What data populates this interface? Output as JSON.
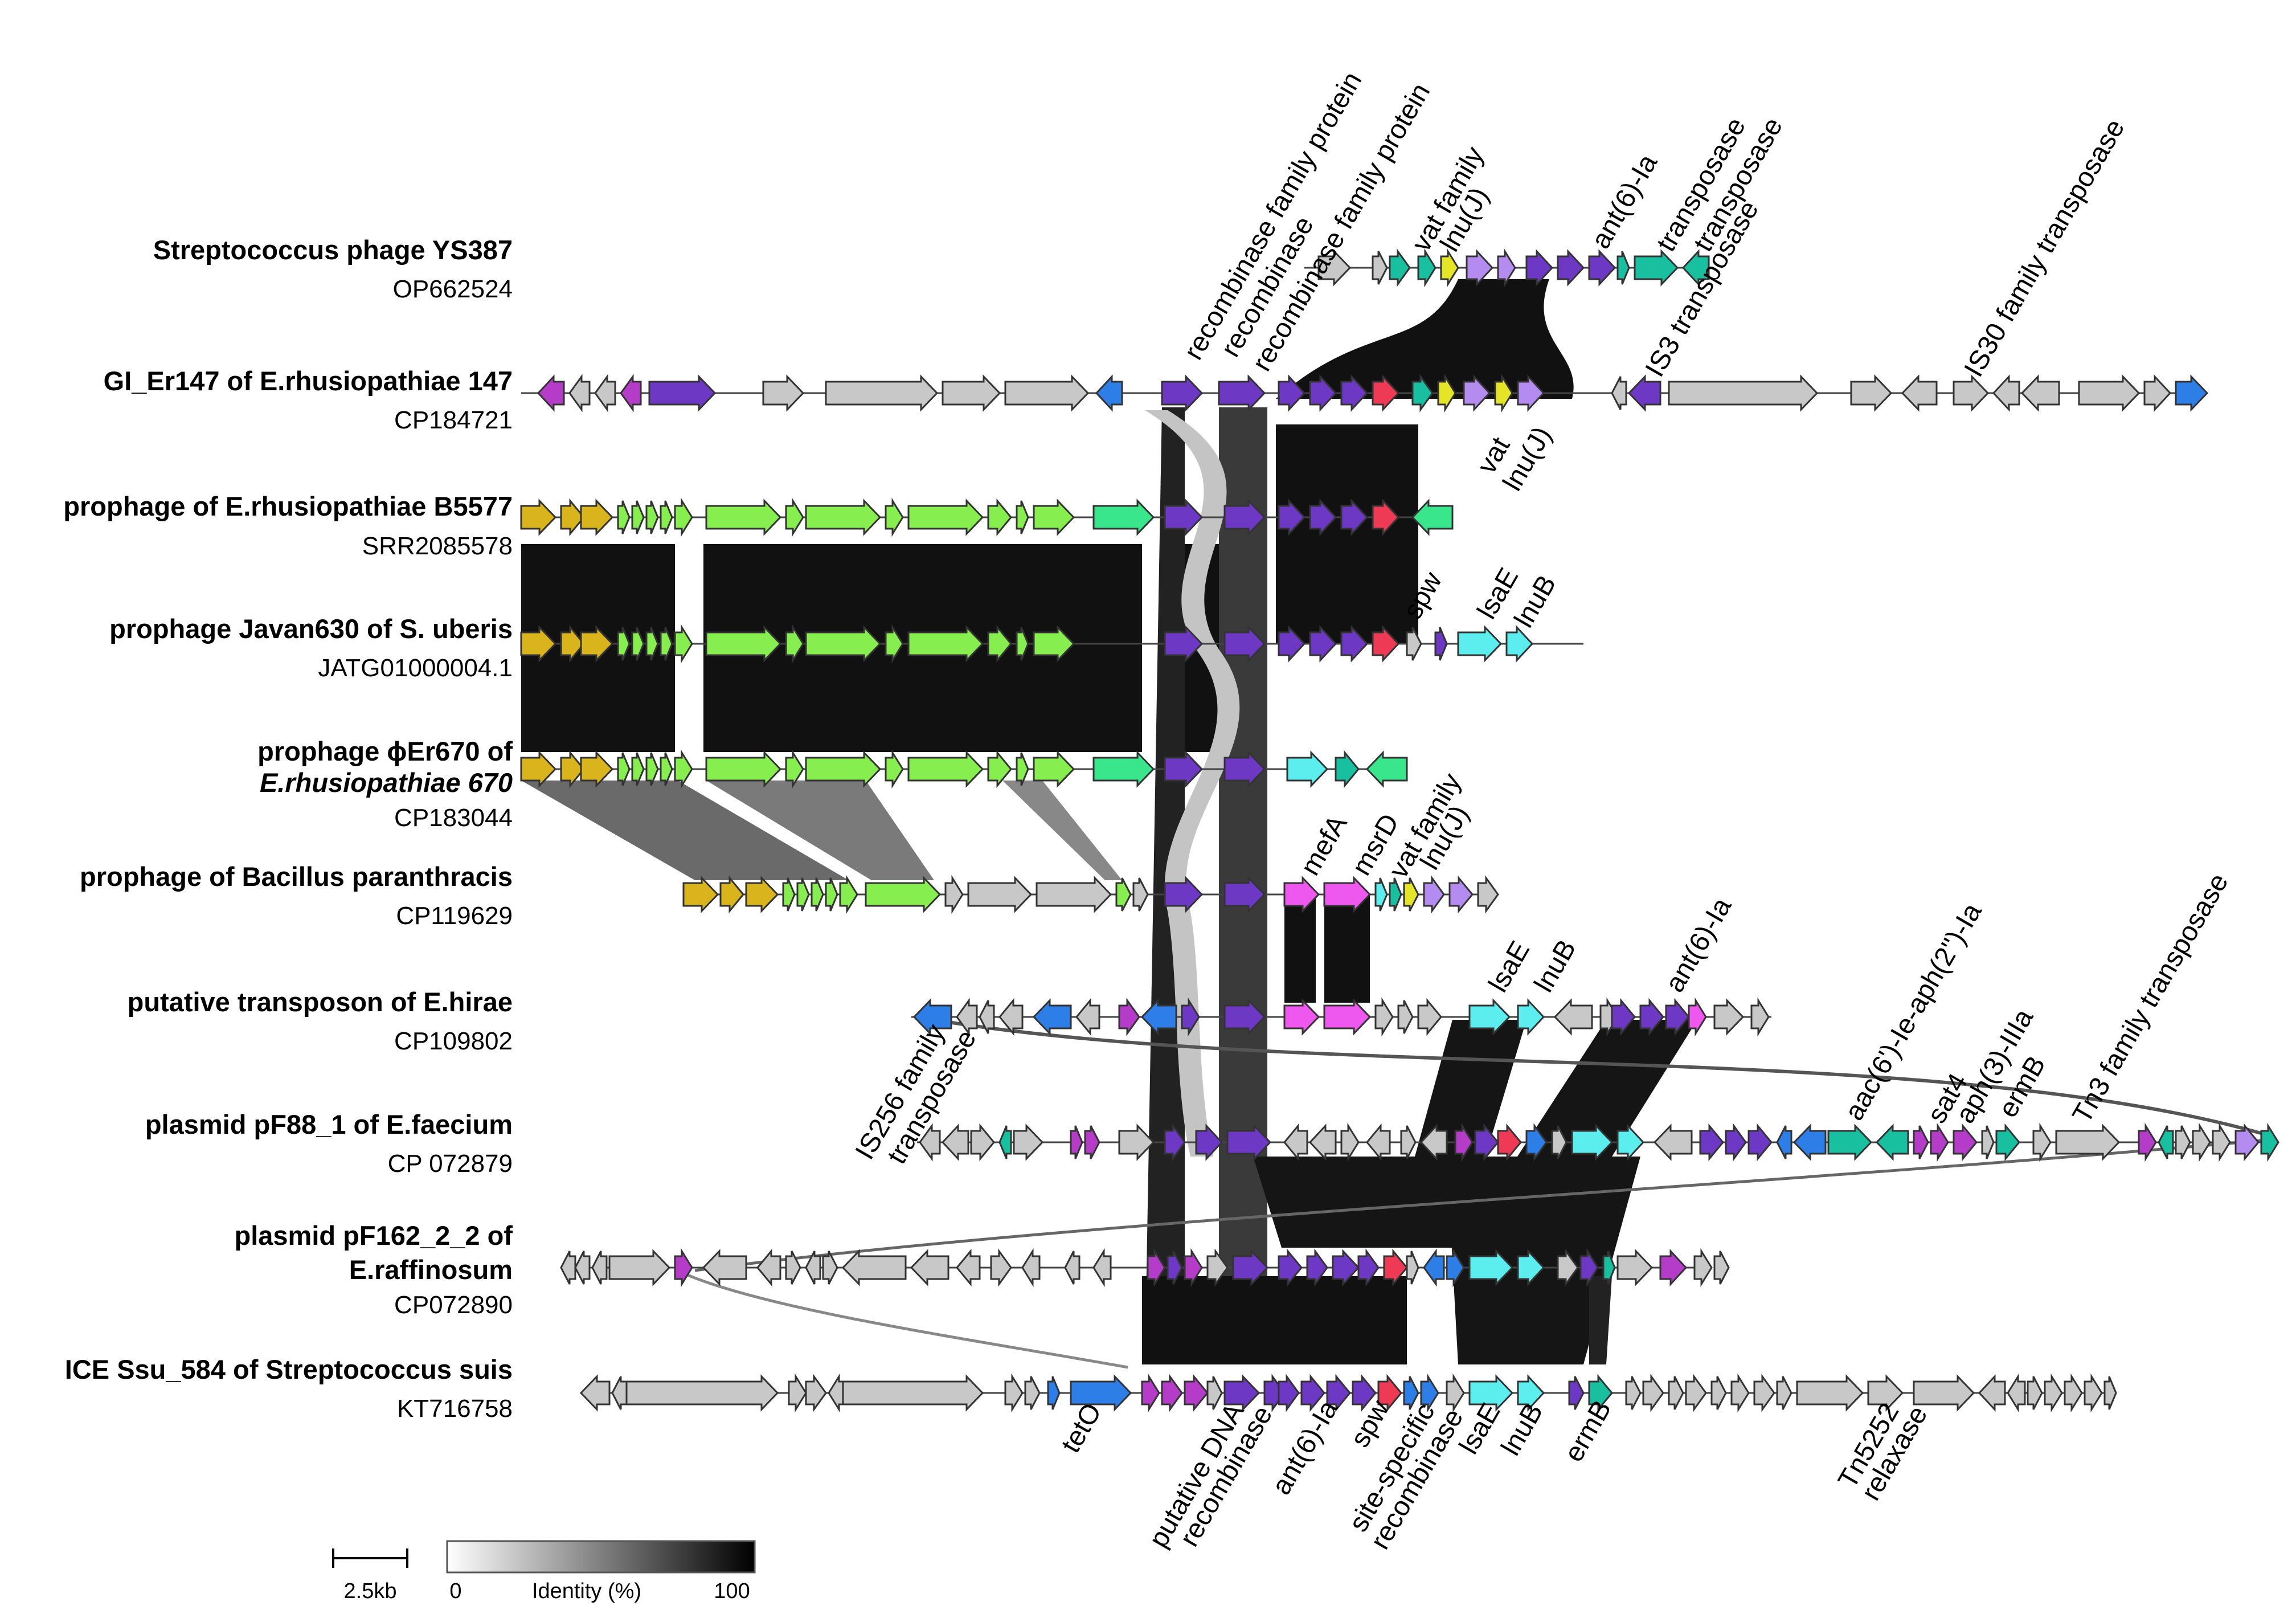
{
  "colors": {
    "gray": "#c8c8c8",
    "yellow": "#d9b41c",
    "lightgreen": "#86ee4e",
    "green": "#3ae68c",
    "purple": "#6d39c4",
    "magenta": "#b43cc8",
    "pink": "#ee58ee",
    "red": "#ee3a55",
    "cyan": "#5ceeee",
    "teal": "#18c0a0",
    "blue": "#2e7ee8",
    "lavender": "#b48cf0",
    "lemon": "#e4e428",
    "darkteal": "#16a8a8",
    "outline": "#333333"
  },
  "tracks": [
    {
      "name": "Streptococcus phage YS387",
      "accession": "OP662524"
    },
    {
      "name": "GI_Er147 of E.rhusiopathiae 147",
      "accession": "CP184721"
    },
    {
      "name": "prophage of E.rhusiopathiae B5577",
      "accession": "SRR2085578"
    },
    {
      "name": "prophage Javan630 of S. uberis",
      "accession": "JATG01000004.1"
    },
    {
      "name": "prophage ϕEr670  of",
      "name2": "E.rhusiopathiae 670",
      "accession": "CP183044"
    },
    {
      "name": "prophage of Bacillus paranthracis",
      "accession": "CP119629"
    },
    {
      "name": "putative transposon of E.hirae",
      "accession": "CP109802"
    },
    {
      "name": "plasmid pF88_1 of E.faecium",
      "accession": "CP 072879"
    },
    {
      "name": "plasmid pF162_2_2 of",
      "name2": "E.raffinosum",
      "accession": "CP072890"
    },
    {
      "name": "ICE Ssu_584 of Streptococcus suis",
      "accession": "KT716758"
    }
  ],
  "gene_labels": {
    "recombinase_family_protein_1": "recombinase family protein",
    "recombinase": "recombinase",
    "recombinase_family_protein_2": "recombinase family protein",
    "vat_family_1": "vat family",
    "lnu_j_1": "lnu(J)",
    "ant6_ia_1": "ant(6)-Ia",
    "transposase_1": "transposase",
    "transposase_2": "transposase",
    "is3_transposase": "IS3 transposase",
    "is30_family_transposase": "IS30 family transposase",
    "vat": "vat",
    "lnu_j_2": "lnu(J)",
    "spw_1": "spw",
    "lsae_1": "lsaE",
    "lnub_1": "lnuB",
    "mefa": "mefA",
    "msrd": "msrD",
    "vat_family_2": "vat family",
    "lnu_j_3": "lnu(J)",
    "lsae_2": "lsaE",
    "lnub_2": "lnuB",
    "ant6_ia_2": "ant(6)-Ia",
    "aac_aph": "aac(6')-Ie-aph(2'')-Ia",
    "sat4": "sat4",
    "aph3_iiia": "aph(3)-IIIa",
    "ermb_1": "ermB",
    "tn3_family_transposase": "Tn3 family transposase",
    "is256_family": "IS256 family",
    "transposase_3": "transposase",
    "teto": "tetO",
    "putative_dna": "putative DNA",
    "recombinase_2": "recombinase",
    "ant6_ia_3": "ant(6)-Ia",
    "spw_2": "spw",
    "site_specific": "site-specific",
    "recombinase_3": "recombinase",
    "lsae_3": "lsaE",
    "lnub_3": "lnuB",
    "ermb_2": "ermB",
    "tn5252": "Tn5252",
    "relaxase": "relaxase"
  },
  "legend": {
    "scale_label": "2.5kb",
    "identity_min": "0",
    "identity_title": "Identity (%)",
    "identity_max": "100"
  }
}
